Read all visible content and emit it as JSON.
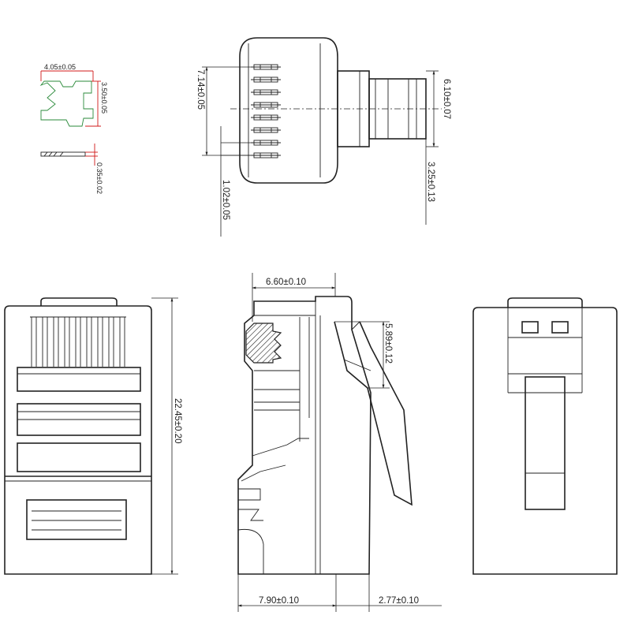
{
  "dimensions": {
    "contact_width": "4.05±0.05",
    "contact_height": "3.50±0.05",
    "contact_thickness": "0.35±0.02",
    "pin_span": "7.14±0.05",
    "pin_pitch": "1.02±0.05",
    "plug_height": "6.10±0.07",
    "plug_offset": "3.25±0.13",
    "side_width": "6.60±0.10",
    "latch_height": "5.89±0.12",
    "overall_length": "22.45±0.20",
    "body_depth": "7.90±0.10",
    "latch_depth": "2.77±0.10"
  },
  "colors": {
    "line": "#222222",
    "dimension_red": "#d01818",
    "contact_green": "#2a8a3a"
  }
}
